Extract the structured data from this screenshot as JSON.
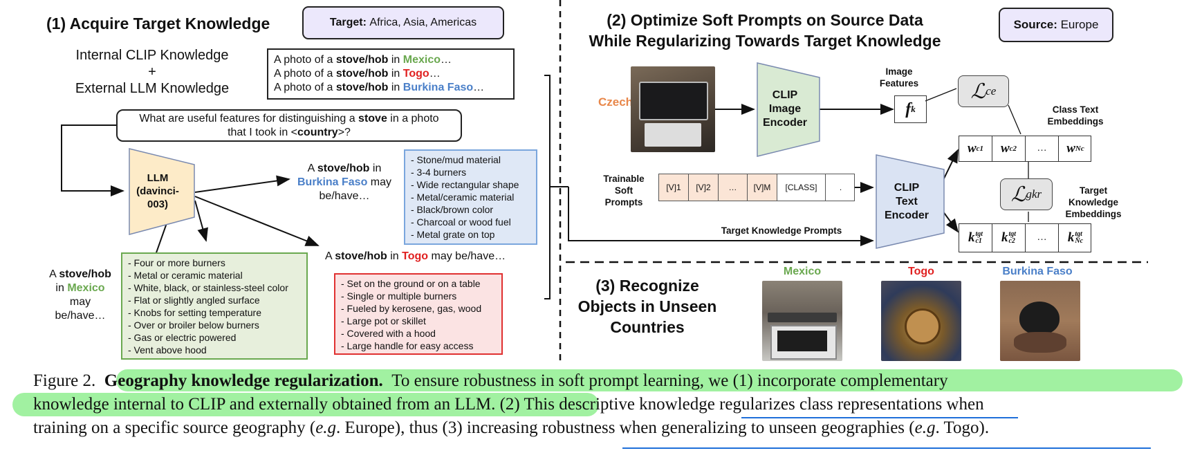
{
  "left": {
    "title": "(1) Acquire Target Knowledge",
    "target_label": "Target:",
    "target_value": "Africa, Asia, Americas",
    "internal": "Internal CLIP Knowledge",
    "plus": "+",
    "external": "External LLM Knowledge",
    "prompts": [
      {
        "pre": "A photo of a ",
        "obj": "stove/hob",
        "mid": "in ",
        "country": "Mexico",
        "post": "…"
      },
      {
        "pre": "A photo of a ",
        "obj": "stove/hob",
        "mid": "in ",
        "country": "Togo",
        "post": "…"
      },
      {
        "pre": "A photo of a ",
        "obj": "stove/hob",
        "mid": "in ",
        "country": "Burkina Faso",
        "post": "…"
      }
    ],
    "question_pre": "What are useful features for distinguishing a ",
    "question_obj": "stove",
    "question_mid": " in a photo",
    "question_line2_pre": "that I took in <",
    "question_country": "country",
    "question_line2_post": ">?",
    "llm_label1": "LLM",
    "llm_label2": "(davinci-",
    "llm_label3": "003)",
    "burkina_intro_a": "A ",
    "burkina_intro_obj": "stove/hob",
    "burkina_intro_b": " in",
    "burkina_country": "Burkina Faso",
    "burkina_intro_c": " may",
    "burkina_intro_d": "be/have…",
    "burkina_features": [
      "- Stone/mud material",
      "- 3-4 burners",
      "- Wide rectangular shape",
      "- Metal/ceramic material",
      "- Black/brown color",
      "- Charcoal or wood fuel",
      "- Metal grate on top"
    ],
    "togo_intro_a": "A ",
    "togo_intro_obj": "stove/hob",
    "togo_intro_b": " in ",
    "togo_country": "Togo",
    "togo_intro_c": " may be/have…",
    "togo_features": [
      "- Set on the ground or on a table",
      "- Single or multiple burners",
      "- Fueled by kerosene, gas, wood",
      "- Large pot or skillet",
      "- Covered with a hood",
      "- Large handle for easy access"
    ],
    "mexico_intro_a": "A ",
    "mexico_intro_obj": "stove/hob",
    "mexico_intro_b": "in ",
    "mexico_country": "Mexico",
    "mexico_intro_c": "may",
    "mexico_intro_d": "be/have…",
    "mexico_features": [
      "- Four or more burners",
      "- Metal or ceramic material",
      "- White, black, or stainless-steel color",
      "- Flat or slightly angled surface",
      "- Knobs for setting temperature",
      "- Over or broiler below burners",
      "- Gas or electric powered",
      "- Vent above hood"
    ]
  },
  "right": {
    "title_line1": "(2) Optimize Soft Prompts on Source Data",
    "title_line2": "While Regularizing Towards Target Knowledge",
    "source_label": "Source:",
    "source_value": "Europe",
    "source_country": "Czechia",
    "image_encoder": [
      "CLIP",
      "Image",
      "Encoder"
    ],
    "image_features": [
      "Image",
      "Features"
    ],
    "fk": "f",
    "fk_sub": "k",
    "loss_ce": "ℒ",
    "loss_ce_sub": "ce",
    "class_text": [
      "Class Text",
      "Embeddings"
    ],
    "w_cells": [
      "w",
      "w",
      "…",
      "w"
    ],
    "w_subs": [
      "c1",
      "c2",
      "",
      "Nc"
    ],
    "trainable": [
      "Trainable",
      "Soft",
      "Prompts"
    ],
    "prompt_tokens": [
      "[V]1",
      "[V]2",
      "…",
      "[V]M",
      "[CLASS]",
      "."
    ],
    "text_encoder": [
      "CLIP",
      "Text",
      "Encoder"
    ],
    "loss_gkr": "ℒ",
    "loss_gkr_sub": "gkr",
    "target_knowledge": [
      "Target",
      "Knowledge",
      "Embeddings"
    ],
    "target_prompts": "Target Knowledge Prompts",
    "k_cells": [
      "k",
      "k",
      "…",
      "k"
    ],
    "k_sups": [
      "tgt",
      "tgt",
      "",
      "tgt"
    ],
    "k_subs": [
      "c1",
      "c2",
      "",
      "Nc"
    ]
  },
  "bottom": {
    "title": [
      "(3) Recognize",
      "Objects in Unseen",
      "Countries"
    ],
    "countries": [
      "Mexico",
      "Togo",
      "Burkina Faso"
    ]
  },
  "caption": {
    "line1_a": "Figure 2.",
    "line1_bold": "Geography knowledge regularization.",
    "line1_b": "To ensure robustness in soft prompt learning, we (1) incorporate complementary",
    "line2": "knowledge internal to CLIP and externally obtained from an LLM. (2) This descriptive knowledge regularizes class representations when",
    "line3_a": "training on a specific source geography (",
    "line3_eg1": "e.g",
    "line3_b": ". Europe), thus (3) increasing robustness when generalizing to unseen geographies (",
    "line3_eg2": "e.g",
    "line3_c": ". Togo)."
  },
  "colors": {
    "green": "#6aa84f",
    "red": "#e02020",
    "blue": "#4a7fc8",
    "orange": "#e8874a",
    "highlight": "#90ee90",
    "underline": "#1e6fd9"
  }
}
